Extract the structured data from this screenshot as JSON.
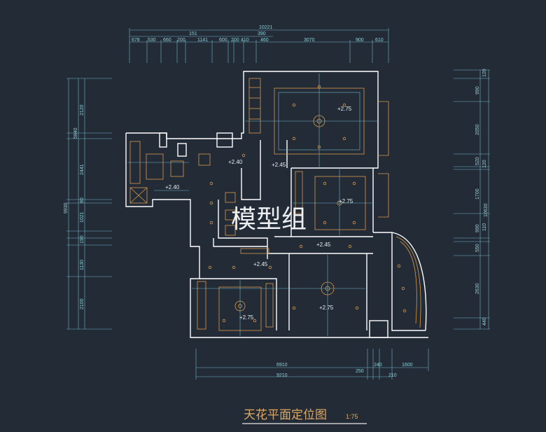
{
  "drawing": {
    "title": "天花平面定位图",
    "scale": "1:75",
    "watermark": "模型组"
  },
  "dims_top_total": "10221",
  "dims_top_sub": [
    "151",
    "390"
  ],
  "dims_top_row": [
    "678",
    "530",
    "660",
    "200",
    "1141",
    "600",
    "200",
    "410",
    "460",
    "3070",
    "900",
    "610"
  ],
  "dims_bottom": [
    "6910",
    "250",
    "240",
    "1600",
    "9210",
    "210"
  ],
  "dims_left": [
    "2120",
    "5840",
    "2441",
    "80",
    "1021",
    "190",
    "1130",
    "2100",
    "9930"
  ],
  "dims_right": [
    "120",
    "990",
    "2050",
    "520",
    "120",
    "1700",
    "10630",
    "990",
    "110",
    "550",
    "2630",
    "440"
  ],
  "levels": [
    "+2.75",
    "+2.40",
    "+2.45",
    "+2.40",
    "+2.75",
    "+2.45",
    "+2.45",
    "+2.75",
    "+2.75"
  ],
  "colors": {
    "background": "#232b37",
    "dim": "#8fd0d8",
    "wall": "#ffffff",
    "fixture": "#d89a4c",
    "title": "#e0a860"
  }
}
